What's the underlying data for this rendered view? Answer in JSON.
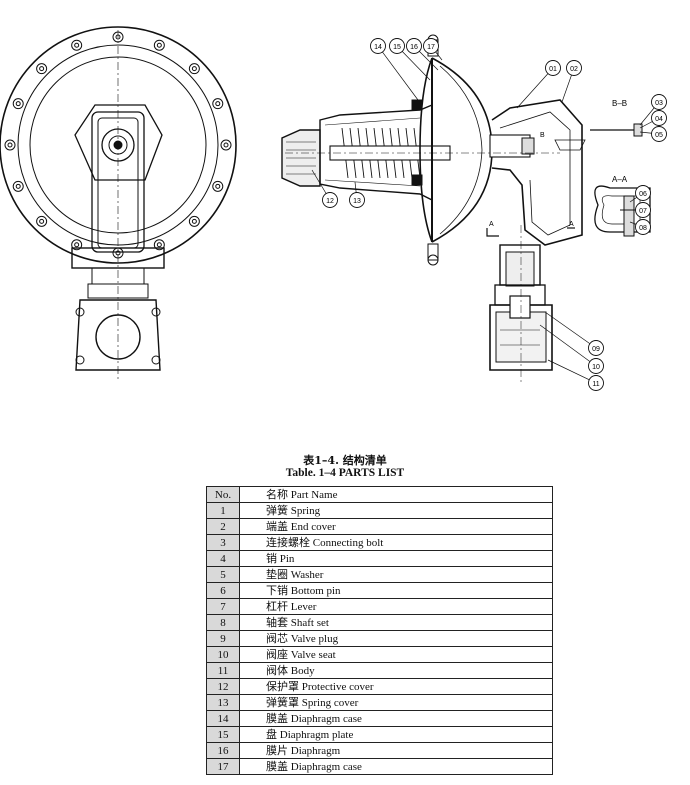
{
  "drawing": {
    "callouts": [
      "01",
      "02",
      "03",
      "04",
      "05",
      "06",
      "07",
      "08",
      "09",
      "10",
      "11",
      "12",
      "13",
      "14",
      "15",
      "16",
      "17"
    ],
    "section_labels": {
      "bb": "B–B",
      "aa": "A–A",
      "a_marker": "A",
      "b_marker": "B"
    }
  },
  "caption": {
    "chinese": "表1–4.  结构清单",
    "english": "Table. 1–4 PARTS LIST"
  },
  "table": {
    "header": {
      "no": "No.",
      "name": "名称 Part Name"
    },
    "rows": [
      {
        "no": "1",
        "name": "弹簧 Spring"
      },
      {
        "no": "2",
        "name": "端盖 End cover"
      },
      {
        "no": "3",
        "name": "连接螺栓 Connecting bolt"
      },
      {
        "no": "4",
        "name": "销 Pin"
      },
      {
        "no": "5",
        "name": "垫圈 Washer"
      },
      {
        "no": "6",
        "name": "下销 Bottom pin"
      },
      {
        "no": "7",
        "name": "杠杆 Lever"
      },
      {
        "no": "8",
        "name": "轴套 Shaft set"
      },
      {
        "no": "9",
        "name": "阀芯 Valve plug"
      },
      {
        "no": "10",
        "name": "阀座 Valve seat"
      },
      {
        "no": "11",
        "name": "阀体 Body"
      },
      {
        "no": "12",
        "name": "保护罩 Protective cover"
      },
      {
        "no": "13",
        "name": "弹簧罩 Spring cover"
      },
      {
        "no": "14",
        "name": "膜盖 Diaphragm case"
      },
      {
        "no": "15",
        "name": "盘 Diaphragm plate"
      },
      {
        "no": "16",
        "name": "膜片 Diaphragm"
      },
      {
        "no": "17",
        "name": "膜盖 Diaphragm case"
      }
    ]
  }
}
